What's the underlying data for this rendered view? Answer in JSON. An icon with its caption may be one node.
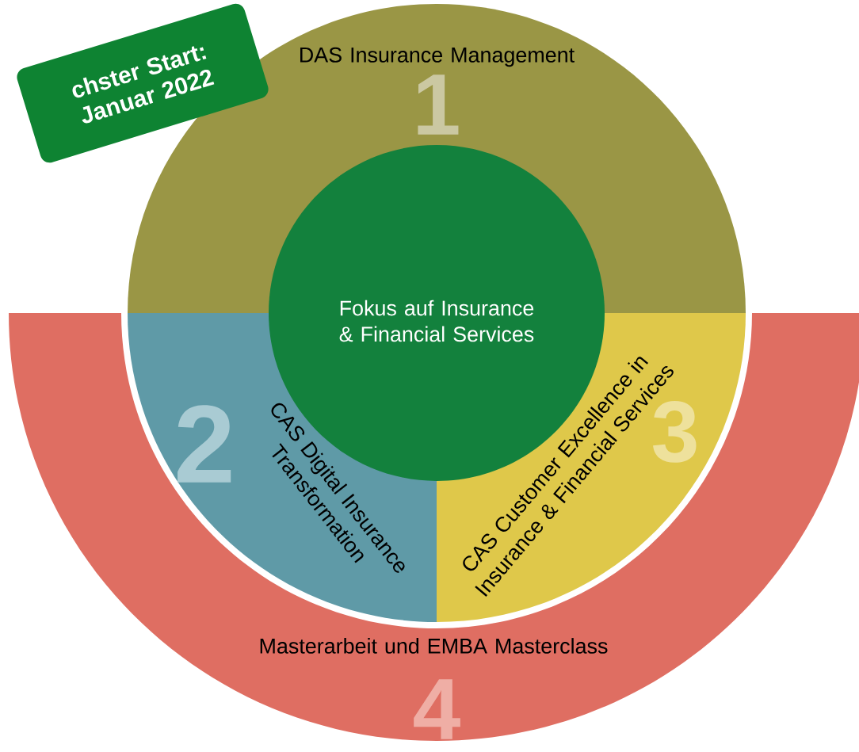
{
  "diagram": {
    "nodes": [
      {
        "text": [
          "DAS Insurance Management",
          "1"
        ]
      },
      {
        "text": [
          "Fokus auf Insurance & Financial Services"
        ]
      },
      {
        "text": [
          "CAS Digital Insurance Transformation",
          "2"
        ]
      },
      {
        "text": [
          "CAS Customer Excellence in Insurance & Financial Services",
          "3"
        ]
      },
      {
        "text": [
          "Masterarbeit und EMBA Masterclass",
          "4"
        ]
      },
      {
        "text": [
          "chster Start: Januar 2022"
        ]
      }
    ]
  }
}
